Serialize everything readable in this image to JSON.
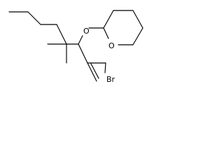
{
  "molecule": {
    "atoms": {
      "ether_oxygen": "O",
      "ring_oxygen": "O",
      "bromine": "Br"
    }
  },
  "colors": {
    "bond": "#000000",
    "background": "#ffffff"
  }
}
